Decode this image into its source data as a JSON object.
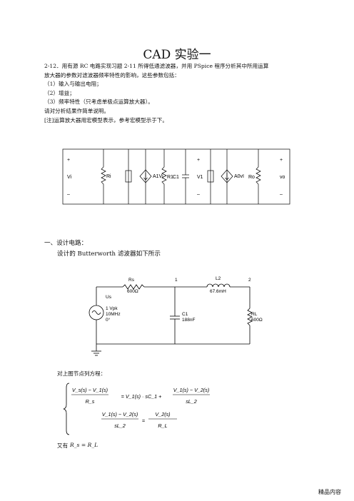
{
  "document": {
    "title": "CAD 实验一",
    "intro_lines": [
      "2-12．用有源 RC 电路实现习题 2-11 所得低通滤波器，并用 PSpice 程序分析其中所用运算",
      "放大器的参数对滤波器频率特性的影响，这些参数包括：",
      "（1）输入与输出电阻；",
      "（2）增益；",
      "（3）频率特性（只考虑单极点运算放大器）。",
      "请对分析结果作简单说明。",
      "[注]运算放大器用宏模型表示，参考宏模型示于下。"
    ],
    "section1_heading": "一、设计电路：",
    "section1_sub": "设计的 Butterworth 滤波器如下所示",
    "node_eq_intro": "对上图节点列方程：",
    "final_text": "又有",
    "footer": "精品内容"
  },
  "macro_model": {
    "plus": "+",
    "minus": "–",
    "vi": "Vi",
    "ri": "Ri",
    "a1vi": "A1Vi",
    "r1": "R1",
    "c1": "C1",
    "v1": "V1",
    "a0v1": "A0vI",
    "ro": "Ro",
    "vo": "vo"
  },
  "butterworth": {
    "rs_name": "Rs",
    "rs_value": "600Ω",
    "node1": "1",
    "node2": "2",
    "l2_name": "L2",
    "l2_value": "67.6mH",
    "source_name": "Us",
    "source_amp": "1 Vpk",
    "source_freq": "10MHz",
    "source_phase": "0°",
    "c1_name": "C1",
    "c1_value": "188nF",
    "rl_name": "RL",
    "rl_value": "600Ω"
  },
  "equations": {
    "eq1_lhs_num": "V_s(s) − V_1(s)",
    "eq1_lhs_den": "R_s",
    "eq1_mid": "= V_1(s) · sC_1 +",
    "eq1_rhs_num": "V_1(s) − V_2(s)",
    "eq1_rhs_den": "sL_2",
    "eq2_lhs_num": "V_1(s) − V_2(s)",
    "eq2_lhs_den": "sL_2",
    "eq2_eq": "=",
    "eq2_rhs_num": "V_2(s)",
    "eq2_rhs_den": "R_L",
    "final_eq": "R_s = R_L"
  }
}
